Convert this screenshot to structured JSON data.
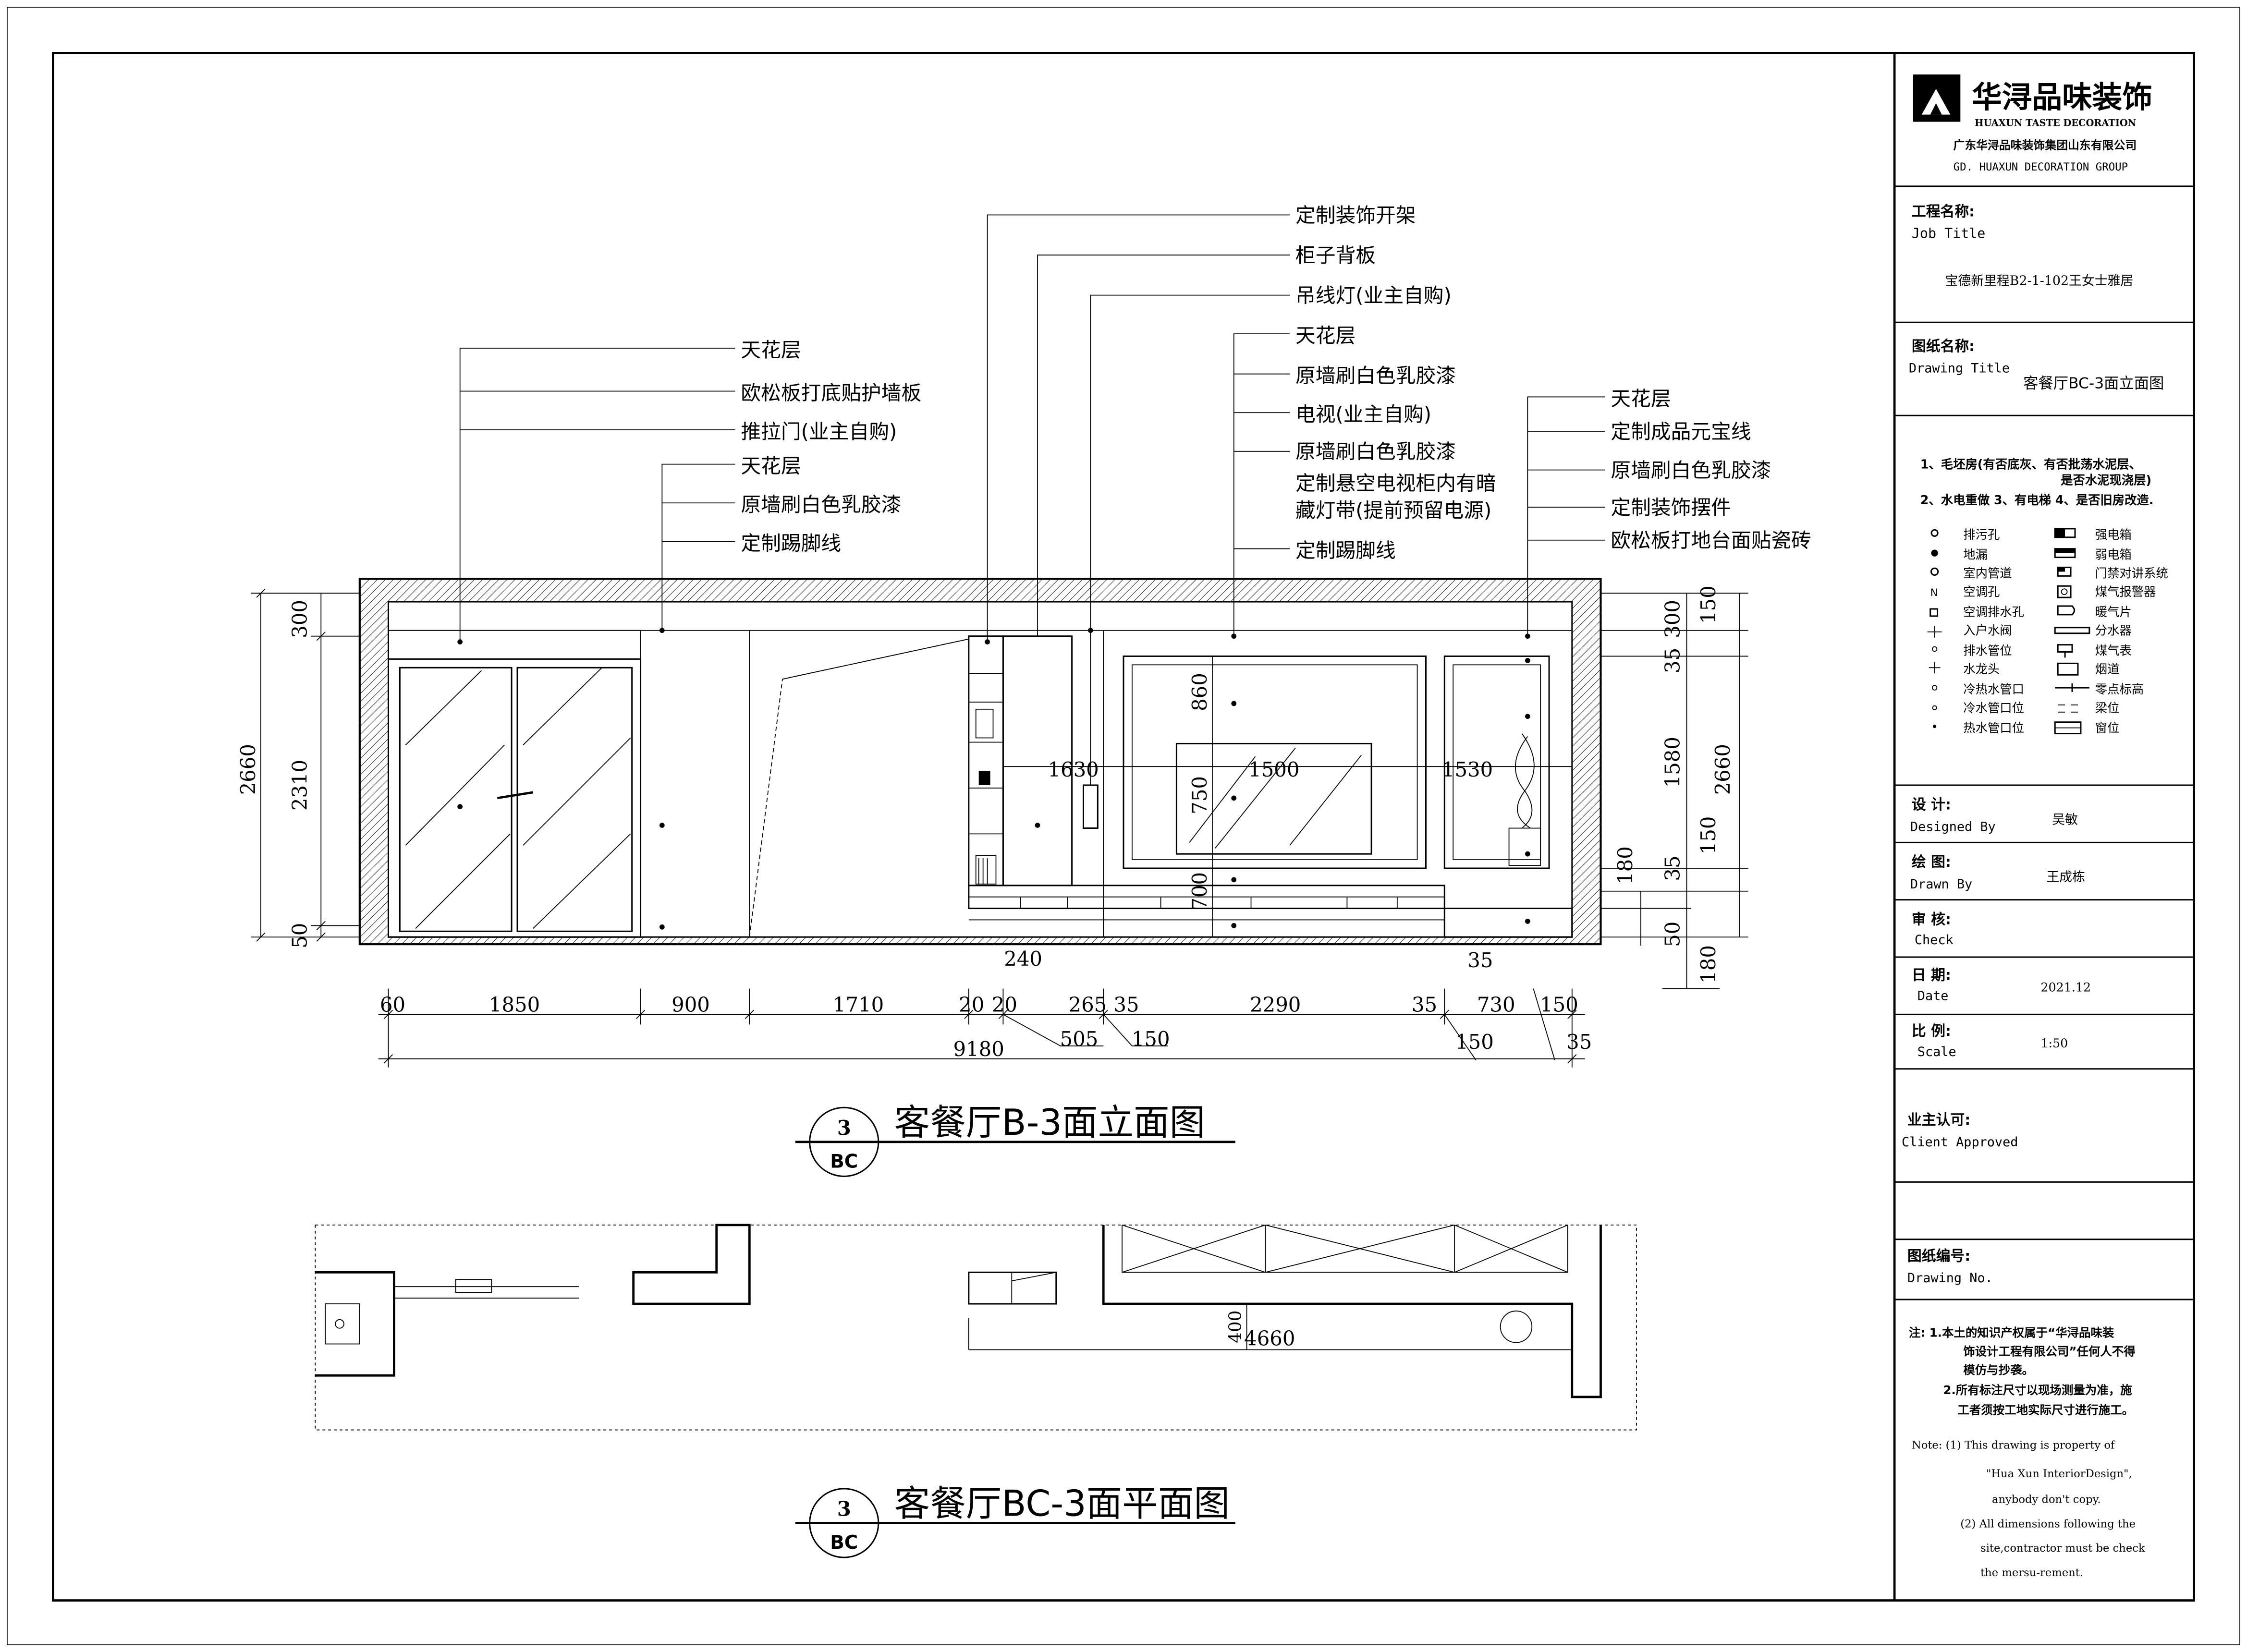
{
  "company": {
    "logo_text": "华浔品味装饰",
    "logo_sub": "HUAXUN TASTE DECORATION",
    "name_cn": "广东华浔品味装饰集团山东有限公司",
    "name_en": "GD. HUAXUN  DECORATION  GROUP"
  },
  "title_block": {
    "job_label_cn": "工程名称:",
    "job_label_en": "Job Title",
    "job_value": "宝德新里程B2-1-102王女士雅居",
    "drawing_label_cn": "图纸名称:",
    "drawing_label_en": "Drawing Title",
    "drawing_value": "客餐厅BC-3面立面图",
    "notes_top": [
      "1、毛坯房(有否底灰、有否批荡水泥层、",
      "是否水泥现浇层)",
      "2、水电重做 3、有电梯 4、是否旧房改造."
    ],
    "legend": [
      {
        "icon": "drain-hole-icon",
        "label": "排污孔"
      },
      {
        "icon": "floor-drain-icon",
        "label": "地漏"
      },
      {
        "icon": "indoor-pipe-icon",
        "label": "室内管道"
      },
      {
        "icon": "ac-hole-icon",
        "label": "空调孔"
      },
      {
        "icon": "ac-drain-icon",
        "label": "空调排水孔"
      },
      {
        "icon": "entry-valve-icon",
        "label": "入户水阀"
      },
      {
        "icon": "drain-pipe-icon",
        "label": "排水管位"
      },
      {
        "icon": "faucet-icon",
        "label": "水龙头"
      },
      {
        "icon": "hot-cold-outlet-icon",
        "label": "冷热水管口"
      },
      {
        "icon": "cold-outlet-icon",
        "label": "冷水管口位"
      },
      {
        "icon": "hot-outlet-icon",
        "label": "热水管口位"
      }
    ],
    "legend_right": [
      {
        "icon": "power-box-icon",
        "label": "强电箱"
      },
      {
        "icon": "low-voltage-box-icon",
        "label": "弱电箱"
      },
      {
        "icon": "intercom-icon",
        "label": "门禁对讲系统"
      },
      {
        "icon": "gas-alarm-icon",
        "label": "煤气报警器"
      },
      {
        "icon": "radiator-icon",
        "label": "暖气片"
      },
      {
        "icon": "water-distributor-icon",
        "label": "分水器"
      },
      {
        "icon": "gas-meter-icon",
        "label": "煤气表"
      },
      {
        "icon": "flue-icon",
        "label": "烟道"
      },
      {
        "icon": "zero-level-icon",
        "label": "零点标高"
      },
      {
        "icon": "beam-icon",
        "label": "梁位"
      },
      {
        "icon": "window-icon",
        "label": "窗位"
      }
    ],
    "design_label_cn": "设  计:",
    "design_label_en": "Designed By",
    "design_value": "吴敏",
    "drawn_label_cn": "绘  图:",
    "drawn_label_en": "Drawn By",
    "drawn_value": "王成栋",
    "check_label_cn": "审  核:",
    "check_label_en": "Check",
    "date_label_cn": "日  期:",
    "date_label_en": "Date",
    "date_value": "2021.12",
    "scale_label_cn": "比  例:",
    "scale_label_en": "Scale",
    "scale_value": "1:50",
    "client_label_cn": "业主认可:",
    "client_label_en": "Client Approved",
    "drawing_no_cn": "图纸编号:",
    "drawing_no_en": "Drawing No.",
    "notes_cn": [
      "注: 1.本土的知识产权属于“华浔品味装",
      "饰设计工程有限公司”任何人不得",
      "模仿与抄袭。",
      "2.所有标注尺寸以现场测量为准，施",
      "工者须按工地实际尺寸进行施工。"
    ],
    "notes_en": [
      "Note:  (1) This drawing is property of",
      "\"Hua Xun InteriorDesign\",",
      "anybody don't copy.",
      "(2) All dimensions following the",
      "site,contractor must be check",
      "the mersu-rement."
    ]
  },
  "elevation": {
    "title": "客餐厅B-3面立面图",
    "marker_top": "3",
    "marker_bottom": "BC",
    "callouts_left": [
      "天花层",
      "欧松板打底贴护墙板",
      "推拉门(业主自购)",
      "天花层",
      "原墙刷白色乳胶漆",
      "定制踢脚线"
    ],
    "callouts_center": [
      "定制装饰开架",
      "柜子背板",
      "吊线灯(业主自购)",
      "天花层",
      "原墙刷白色乳胶漆",
      "电视(业主自购)",
      "原墙刷白色乳胶漆",
      "定制悬空电视柜内有暗",
      "藏灯带(提前预留电源)",
      "定制踢脚线"
    ],
    "callouts_right": [
      "天花层",
      "定制成品元宝线",
      "原墙刷白色乳胶漆",
      "定制装饰摆件",
      "欧松板打地台面贴瓷砖"
    ],
    "dims_left": [
      "300",
      "2310",
      "50",
      "2660"
    ],
    "dims_right": [
      "300",
      "150",
      "35",
      "1580",
      "35",
      "150",
      "180",
      "2660",
      "50",
      "180"
    ],
    "dims_bottom": [
      "60",
      "1850",
      "900",
      "1710",
      "20",
      "20",
      "265",
      "35",
      "2290",
      "35",
      "730",
      "150"
    ],
    "dims_bottom2": [
      "240",
      "505",
      "150",
      "35",
      "150",
      "35"
    ],
    "dims_total": "9180",
    "dims_inner": [
      "1630",
      "1500",
      "1530",
      "860",
      "750",
      "700"
    ]
  },
  "plan": {
    "title": "客餐厅BC-3面平面图",
    "marker_top": "3",
    "marker_bottom": "BC",
    "dims": [
      "4660",
      "400"
    ]
  }
}
